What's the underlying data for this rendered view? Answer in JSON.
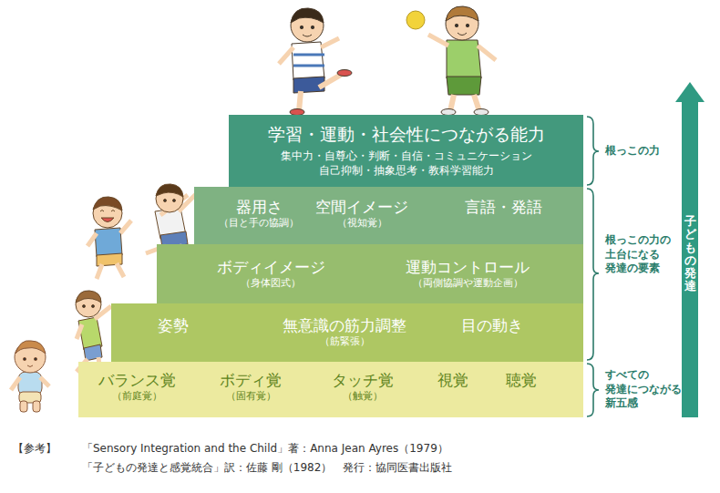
{
  "diagram": {
    "nodes": [
      {
        "text": [
          "学習・運動・社会性につながる能力",
          "集中力・自尊心・判断・自信・コミュニケーション 自己抑制・抽象思考・教科学習能力"
        ]
      },
      {
        "text": [
          "器用さ",
          "（目と手の協調）",
          "空間イメージ",
          "（視知覚）",
          "言語・発語"
        ]
      },
      {
        "text": [
          "ボディイメージ",
          "（身体図式）",
          "運動コントロール",
          "（両側協調や運動企画）"
        ]
      },
      {
        "text": [
          "姿勢",
          "無意識の筋力調整",
          "（筋緊張）",
          "目の動き"
        ]
      },
      {
        "text": [
          "バランス覚",
          "（前庭覚）",
          "ボディ覚",
          "（固有覚）",
          "タッチ覚",
          "（触覚）",
          "視覚",
          "聴覚"
        ]
      }
    ],
    "labels": [
      "根っこの力",
      "根っこの力の 土台になる 発達の要素",
      "すべての 発達につながる 新五感",
      "子どもの発達",
      "【参考】",
      "「Sensory Integration and the Child」著：Anna Jean Ayres（1979）",
      "「子どもの発達と感覚統合」訳：佐藤 剛（1982）　発行：協同医書出版社"
    ]
  }
}
